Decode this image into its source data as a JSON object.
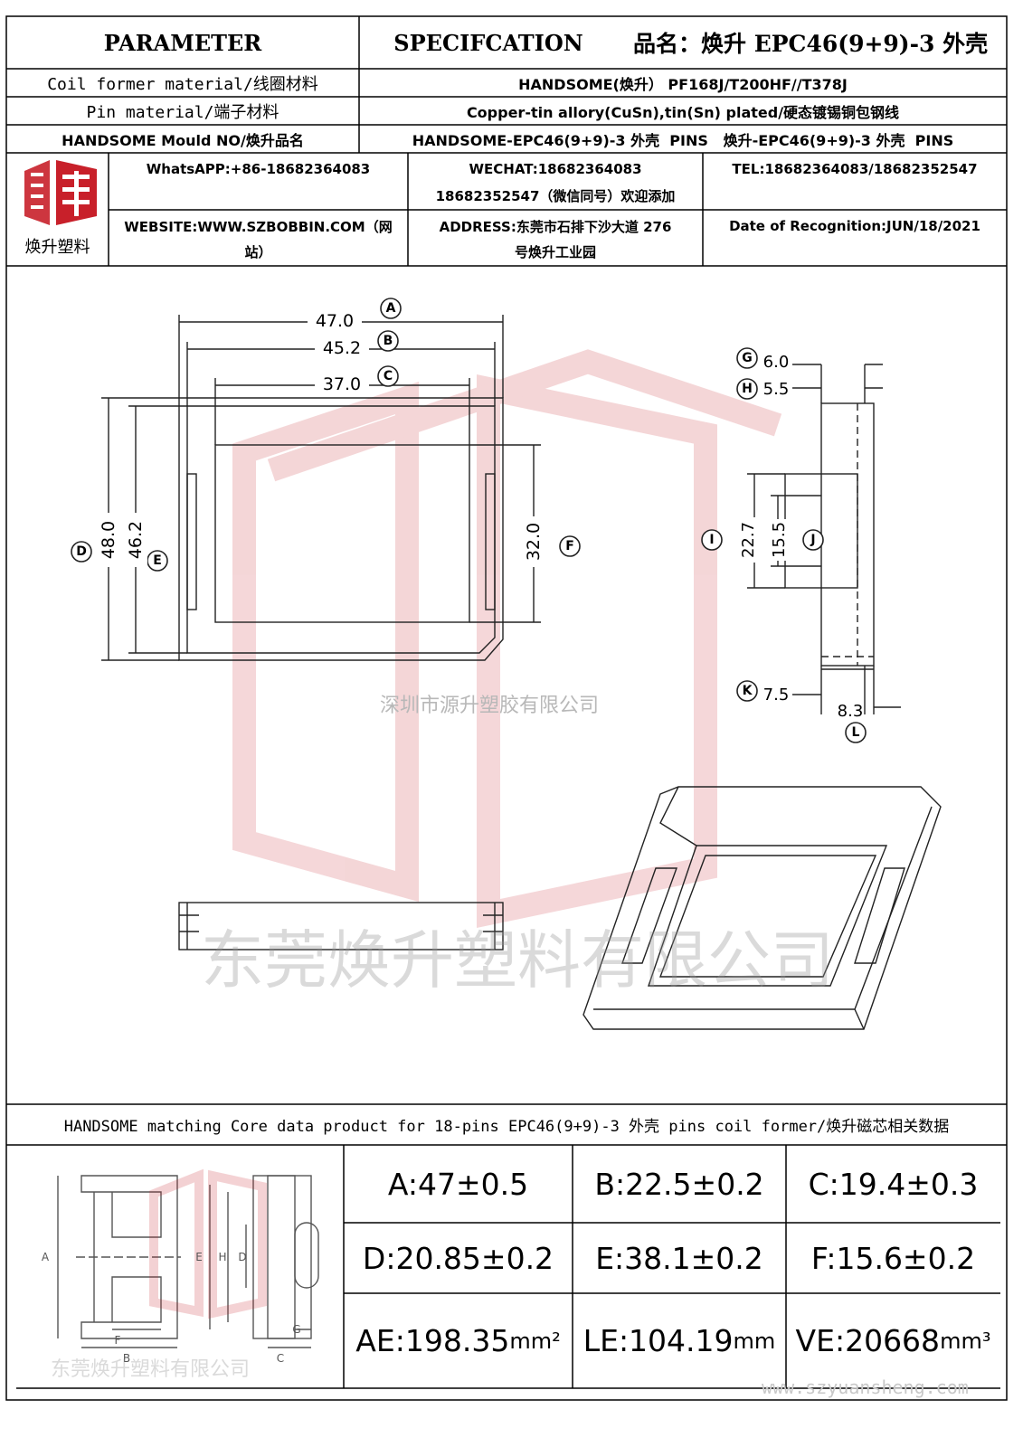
{
  "header": {
    "parameter": "PARAMETER",
    "specification": "SPECIFCATION",
    "product_name": "品名：焕升 EPC46(9+9)-3 外壳"
  },
  "rows": [
    {
      "label": "Coil former material/线圈材料",
      "value": "HANDSOME(焕升）  PF168J/T200HF//T378J"
    },
    {
      "label": "Pin material/端子材料",
      "value": "Copper-tin allory(CuSn),tin(Sn) plated/硬态镀锡铜包钢线"
    },
    {
      "label": "HANDSOME Mould NO/焕升品名",
      "value": "HANDSOME-EPC46(9+9)-3 外壳  PINS   焕升-EPC46(9+9)-3 外壳  PINS"
    }
  ],
  "company": {
    "logo_caption": "焕升塑料",
    "whatsapp": "WhatsAPP:+86-18682364083",
    "wechat_line1": "WECHAT:18682364083",
    "wechat_line2": "18682352547（微信同号）欢迎添加",
    "tel": "TEL:18682364083/18682352547",
    "website_line1": "WEBSITE:WWW.SZBOBBIN.COM（网",
    "website_line2": "站）",
    "address_line1": "ADDRESS:东莞市石排下沙大道 276",
    "address_line2": "号焕升工业园",
    "date": "Date of Recognition:JUN/18/2021"
  },
  "drawing": {
    "dims": {
      "A": "47.0",
      "B": "45.2",
      "C": "37.0",
      "D": "48.0",
      "E": "46.2",
      "F": "32.0",
      "G": "6.0",
      "H": "5.5",
      "I": "22.7",
      "J": "15.5",
      "K": "7.5",
      "L": "8.3"
    },
    "labels": [
      "A",
      "B",
      "C",
      "D",
      "E",
      "F",
      "G",
      "H",
      "I",
      "J",
      "K",
      "L"
    ],
    "watermark_small": "深圳市源升塑胶有限公司",
    "watermark_large": "东莞焕升塑料有限公司"
  },
  "core": {
    "title": "HANDSOME matching Core data  product for 18-pins EPC46(9+9)-3 外壳 pins coil former/焕升磁芯相关数据",
    "diagram_labels": [
      "A",
      "E",
      "H",
      "D",
      "F",
      "B",
      "G",
      "C"
    ],
    "diagram_watermark": "东莞焕升塑料有限公司",
    "values": [
      [
        "A:47±0.5",
        "B:22.5±0.2",
        "C:19.4±0.3"
      ],
      [
        "D:20.85±0.2",
        "E:38.1±0.2",
        "F:15.6±0.2"
      ]
    ],
    "ae_label": "AE:198.35",
    "ae_unit": "mm²",
    "le_label": "LE:104.19",
    "le_unit": "mm",
    "ve_label": "VE:20668",
    "ve_unit": "mm³",
    "footer_url": "www.szyuansheng.com"
  }
}
